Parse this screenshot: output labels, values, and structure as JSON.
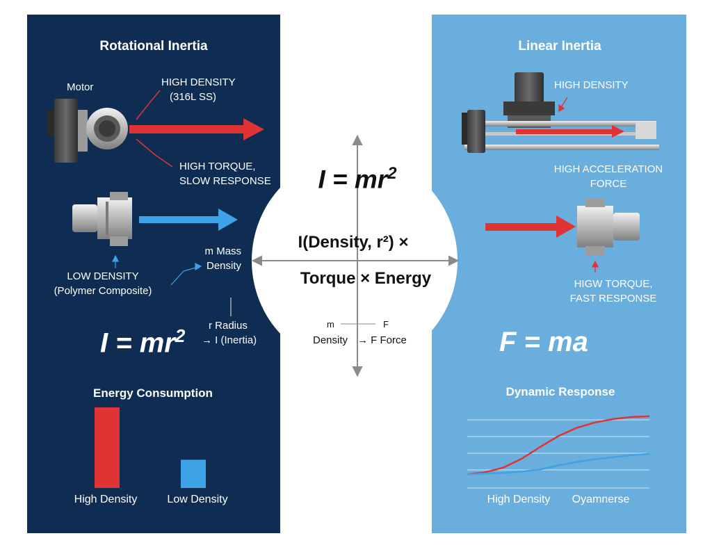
{
  "left": {
    "title": "Rotational Inertia",
    "motor_label": "Motor",
    "high_density_l1": "HIGH DENSITY",
    "high_density_l2": "(316L SS)",
    "torque_l1": "HIGH TORQUE,",
    "torque_l2": "SLOW RESPONSE",
    "low_density_l1": "LOW DENSITY",
    "low_density_l2": "(Polymer Composite)",
    "mass_l1": "m Mass",
    "mass_l2": "Density",
    "radius_l1": "r Radius",
    "radius_l2": "→ I (Inertia)",
    "equation": "I = mr",
    "equation_sup": "2",
    "chart_title": "Energy Consumption"
  },
  "center": {
    "equation": "I = mr",
    "equation_sup": "2",
    "line1": "I(Density, r²) ×",
    "line2": "Torque × Energy",
    "m_label": "m",
    "f_label": "F",
    "density_label": "Density",
    "force_label": "→ F Force"
  },
  "right": {
    "title": "Linear Inertia",
    "high_density": "HIGH DENSITY",
    "accel_l1": "HIGH ACCELERATION",
    "accel_l2": "FORCE",
    "torque_l1": "HIGW TORQUE,",
    "torque_l2": "FAST RESPONSE",
    "equation": "F = ma",
    "chart_title": "Dynamic Response"
  },
  "colors": {
    "left_panel": "#0f2d52",
    "right_panel": "#6aaedd",
    "red": "#e03333",
    "blue": "#3ea3e6"
  },
  "chart_data": [
    {
      "type": "bar",
      "title": "Energy Consumption",
      "categories": [
        "High Density",
        "Low Density"
      ],
      "values": [
        100,
        35
      ],
      "ylim": [
        0,
        100
      ],
      "colors": [
        "#e03333",
        "#3ea3e6"
      ],
      "grid": false
    },
    {
      "type": "line",
      "title": "Dynamic Response",
      "x": [
        0,
        0.1,
        0.2,
        0.3,
        0.4,
        0.5,
        0.6,
        0.7,
        0.8,
        0.9,
        1.0
      ],
      "series": [
        {
          "values": [
            0.12,
            0.15,
            0.22,
            0.35,
            0.52,
            0.68,
            0.8,
            0.88,
            0.93,
            0.96,
            0.97
          ],
          "color": "#e03333"
        },
        {
          "values": [
            0.12,
            0.13,
            0.14,
            0.16,
            0.19,
            0.25,
            0.3,
            0.34,
            0.37,
            0.4,
            0.42
          ],
          "color": "#3ea3e6"
        }
      ],
      "category_labels": [
        "High Density",
        "Oyamnerse"
      ],
      "ylim": [
        0,
        1
      ],
      "grid": true
    }
  ]
}
